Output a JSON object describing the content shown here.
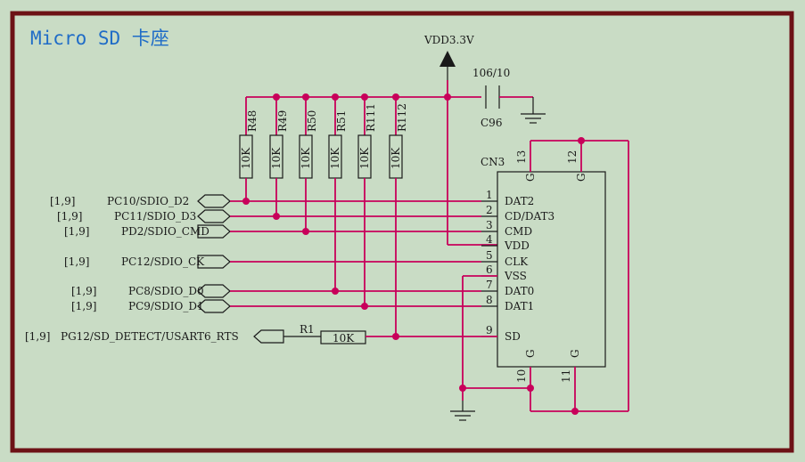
{
  "title": "Micro SD 卡座",
  "power": {
    "label": "VDD3.3V"
  },
  "capacitor": {
    "value": "106/10",
    "ref": "C96"
  },
  "connector": {
    "ref": "CN3",
    "pins": [
      {
        "num": "1",
        "name": "DAT2"
      },
      {
        "num": "2",
        "name": "CD/DAT3"
      },
      {
        "num": "3",
        "name": "CMD"
      },
      {
        "num": "4",
        "name": "VDD"
      },
      {
        "num": "5",
        "name": "CLK"
      },
      {
        "num": "6",
        "name": "VSS"
      },
      {
        "num": "7",
        "name": "DAT0"
      },
      {
        "num": "8",
        "name": "DAT1"
      },
      {
        "num": "9",
        "name": "SD"
      }
    ],
    "ground_pins": [
      {
        "num": "13",
        "g": "G"
      },
      {
        "num": "12",
        "g": "G"
      },
      {
        "num": "10",
        "g": "G"
      },
      {
        "num": "11",
        "g": "G"
      }
    ]
  },
  "pullups": [
    {
      "ref": "R48",
      "value": "10K"
    },
    {
      "ref": "R49",
      "value": "10K"
    },
    {
      "ref": "R50",
      "value": "10K"
    },
    {
      "ref": "R51",
      "value": "10K"
    },
    {
      "ref": "R111",
      "value": "10K"
    },
    {
      "ref": "R112",
      "value": "10K"
    }
  ],
  "series_resistor": {
    "ref": "R1",
    "value": "10K"
  },
  "nets": [
    {
      "sheet": "[1,9]",
      "name": "PC10/SDIO_D2"
    },
    {
      "sheet": "[1,9]",
      "name": "PC11/SDIO_D3"
    },
    {
      "sheet": "[1,9]",
      "name": "PD2/SDIO_CMD"
    },
    {
      "sheet": "[1,9]",
      "name": "PC12/SDIO_CK"
    },
    {
      "sheet": "[1,9]",
      "name": "PC8/SDIO_D0"
    },
    {
      "sheet": "[1,9]",
      "name": "PC9/SDIO_D1"
    },
    {
      "sheet": "[1,9]",
      "name": "PG12/SD_DETECT/USART6_RTS"
    }
  ]
}
